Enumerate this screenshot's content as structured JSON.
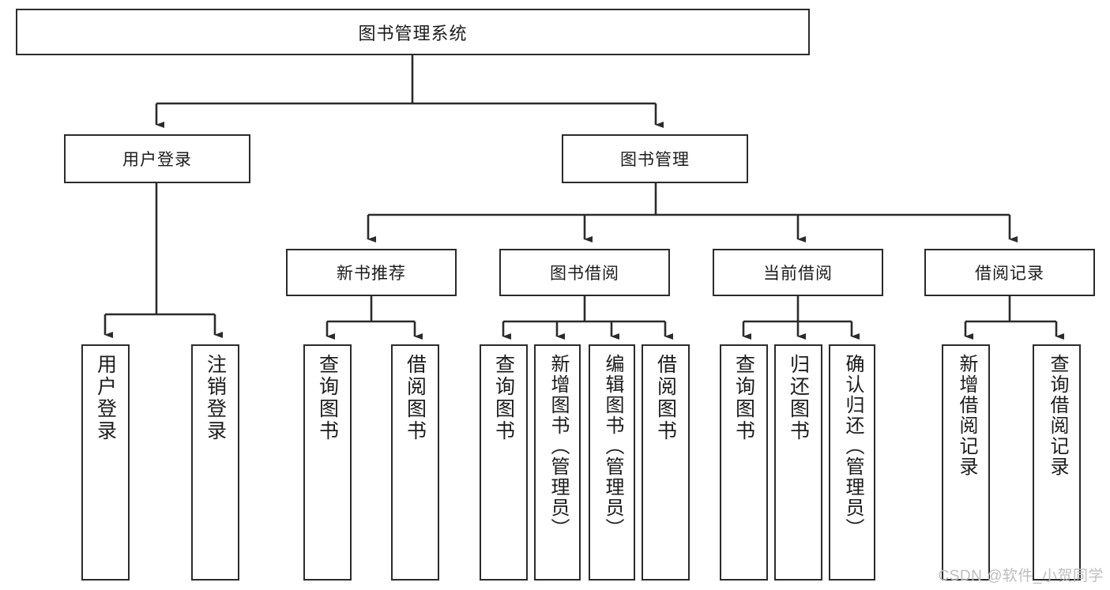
{
  "diagram": {
    "title": "图书管理系统",
    "type": "tree",
    "watermark": "CSDN @软件_小贺同学",
    "colors": {
      "stroke": "#2b2b2b",
      "background": "#ffffff",
      "text": "#1b1b1b",
      "watermark": "#bdbdbd"
    },
    "levels": {
      "root": {
        "label": "图书管理系统"
      },
      "level2": [
        {
          "label": "用户登录"
        },
        {
          "label": "图书管理"
        }
      ],
      "level3": [
        {
          "label": "新书推荐"
        },
        {
          "label": "图书借阅"
        },
        {
          "label": "当前借阅"
        },
        {
          "label": "借阅记录"
        }
      ],
      "leaves": {
        "user_login": [
          {
            "label": "用户登录"
          },
          {
            "label": "注销登录"
          }
        ],
        "new_book_recommend": [
          {
            "label": "查询图书"
          },
          {
            "label": "借阅图书"
          }
        ],
        "book_borrow": [
          {
            "label": "查询图书"
          },
          {
            "label": "新增图书（管理员）"
          },
          {
            "label": "编辑图书（管理员）"
          },
          {
            "label": "借阅图书"
          }
        ],
        "current_borrow": [
          {
            "label": "查询图书"
          },
          {
            "label": "归还图书"
          },
          {
            "label": "确认归还（管理员）"
          }
        ],
        "borrow_record": [
          {
            "label": "新增借阅记录"
          },
          {
            "label": "查询借阅记录"
          }
        ]
      }
    }
  }
}
